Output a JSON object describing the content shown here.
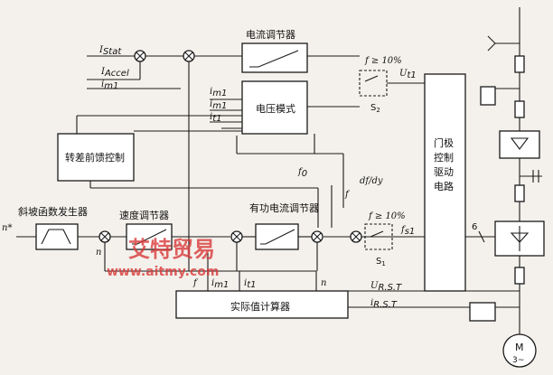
{
  "blocks": {
    "current_regulator": "电流调节器",
    "voltage_model": "电压模式",
    "slip_feedforward": "转差前馈控制",
    "ramp_generator": "斜坡函数发生器",
    "speed_regulator": "速度调节器",
    "active_current_regulator": "有功电流调节器",
    "gate_driver": [
      "门极",
      "控制",
      "驱动",
      "电路"
    ],
    "actual_value_calc": "实际值计算器",
    "motor": [
      "M",
      "3~"
    ]
  },
  "signals": {
    "i_stat": "I",
    "i_stat_sub": "Stat",
    "i_accel": "I",
    "i_accel_sub": "Accel",
    "i_m1_in": "i",
    "i_m1_in_sub": "m1",
    "i_m1_star": "i",
    "i_m1_star_sub": "m1",
    "i_m1_star2": "i",
    "i_m1_star2_sub": "m1",
    "i_t1_star": "i",
    "i_t1_star_sub": "t1",
    "f0": "f",
    "f0_sub": "0",
    "f": "f",
    "df_dy": "df/dy",
    "n_star": "n*",
    "n_feedback": "n",
    "u_t1": "U",
    "u_t1_sub": "t1",
    "f_s1": "f",
    "f_s1_sub": "s1",
    "cond1": "f ≥ 10%",
    "cond2": "f ≥ 10%",
    "s1": "S",
    "s1_sub": "1",
    "s2": "S",
    "s2_sub": "2",
    "six": "6",
    "bus_f": "f",
    "bus_im1": "i",
    "bus_im1_sub": "m1",
    "bus_it1": "i",
    "bus_it1_sub": "t1",
    "bus_n": "n",
    "u_rst": "U",
    "u_rst_sub": "R.S.T",
    "i_rst": "i",
    "i_rst_sub": "R.S.T"
  },
  "watermark": {
    "brand": "艾特贸易",
    "url": "www.aitmy.com"
  }
}
